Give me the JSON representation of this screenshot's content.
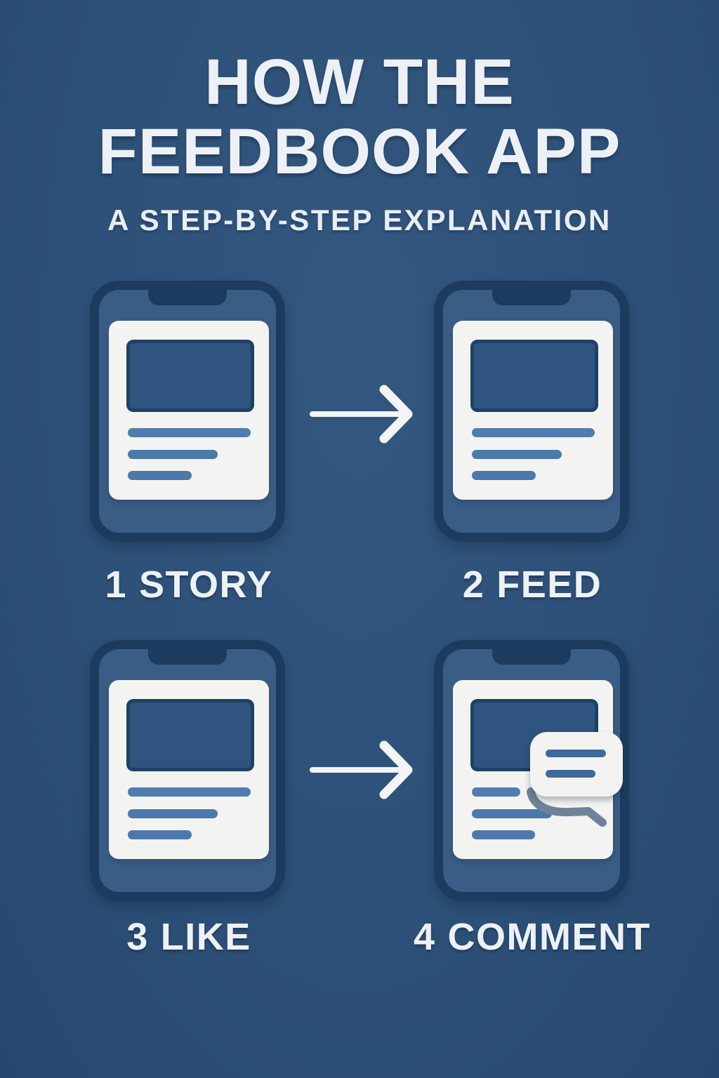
{
  "poster": {
    "title_line1": "HOW THE",
    "title_line2": "FEEDBOOK APP",
    "subtitle": "A STEP-BY-STEP EXPLANATION"
  },
  "steps": [
    {
      "number": "1",
      "label": "STORY"
    },
    {
      "number": "2",
      "label": "FEED"
    },
    {
      "number": "3",
      "label": "LIKE"
    },
    {
      "number": "4",
      "label": "COMMENT"
    }
  ],
  "icons": {
    "arrow_right": "right-arrow",
    "comment_bubble": "speech-bubble",
    "phone": "smartphone-with-post-card"
  },
  "colors": {
    "background": "#2D5078",
    "phone_frame": "#1C3B5E",
    "phone_screen": "#3A5D86",
    "card": "#F3F4F1",
    "image_placeholder": "#2F5480",
    "image_placeholder_border": "#1E4166",
    "text_line": "#4B79AC",
    "bubble_line": "#40699B",
    "bubble_tail": "#6F8299",
    "title_text": "#EDF1F5",
    "arrow": "#F2F4F6"
  }
}
